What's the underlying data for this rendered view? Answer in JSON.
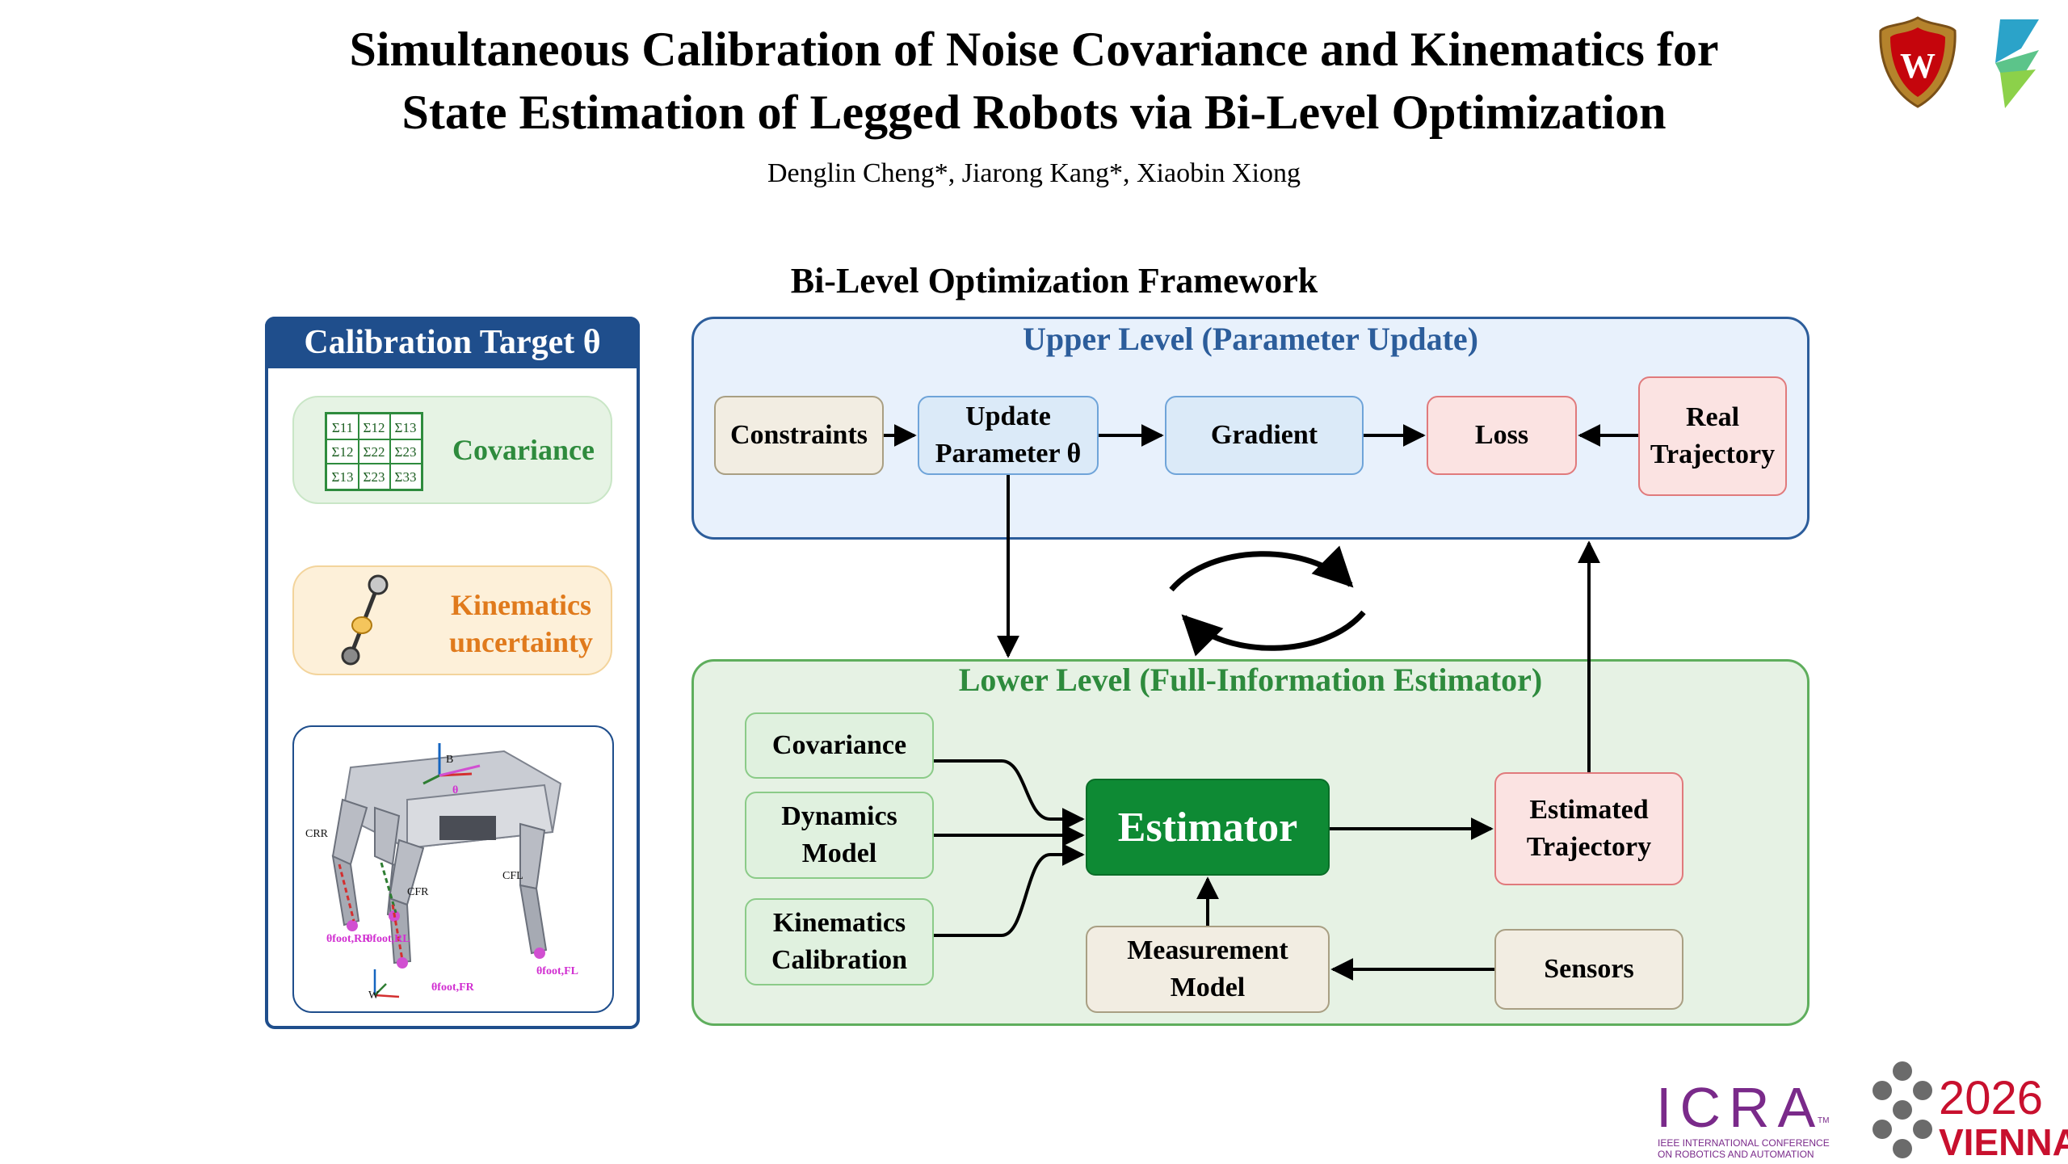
{
  "header": {
    "title_line1": "Simultaneous Calibration of Noise Covariance and Kinematics for",
    "title_line2": "State Estimation of Legged Robots via Bi-Level Optimization",
    "authors": "Denglin Cheng*, Jiarong Kang*, Xiaobin Xiong"
  },
  "framework_title": "Bi-Level Optimization Framework",
  "calibration": {
    "header": "Calibration Target θ",
    "covariance_label": "Covariance",
    "matrix": [
      [
        "Σ11",
        "Σ12",
        "Σ13"
      ],
      [
        "Σ12",
        "Σ22",
        "Σ23"
      ],
      [
        "Σ13",
        "Σ23",
        "Σ33"
      ]
    ],
    "kinematics_label_1": "Kinematics",
    "kinematics_label_2": "uncertainty",
    "robot_labels": {
      "c_rr": "CRR",
      "c_fr": "CFR",
      "c_fl": "CFL",
      "b": "B",
      "theta": "θ",
      "foot_rr": "θfoot,RR",
      "foot_rl": "θfoot,RL",
      "foot_fr": "θfoot,FR",
      "foot_fl": "θfoot,FL",
      "w": "W"
    }
  },
  "upper": {
    "title": "Upper Level (Parameter Update)",
    "constraints": "Constraints",
    "update_1": "Update",
    "update_2": "Parameter θ",
    "gradient": "Gradient",
    "loss": "Loss",
    "real_1": "Real",
    "real_2": "Trajectory"
  },
  "lower": {
    "title": "Lower Level (Full-Information Estimator)",
    "covariance": "Covariance",
    "dynamics_1": "Dynamics",
    "dynamics_2": "Model",
    "kinematics_1": "Kinematics",
    "kinematics_2": "Calibration",
    "estimator": "Estimator",
    "estimated_1": "Estimated",
    "estimated_2": "Trajectory",
    "measurement_1": "Measurement",
    "measurement_2": "Model",
    "sensors": "Sensors"
  },
  "logos": {
    "uw_letter": "W",
    "icra": "ICRA",
    "icra_tm": "TM",
    "icra_sub_1": "IEEE INTERNATIONAL CONFERENCE",
    "icra_sub_2": "ON ROBOTICS AND AUTOMATION",
    "year": "2026",
    "city": "VIENNA"
  },
  "colors": {
    "dark_blue": "#1f4e8c",
    "upper_title": "#2c5d9b",
    "lower_title": "#2e8b3d",
    "covariance_green": "#2e8b3d",
    "kinematics_orange": "#e07a1c",
    "estimator_green": "#0e8a34",
    "icra_purple": "#7a2a8a",
    "vienna_red": "#c8102e"
  }
}
